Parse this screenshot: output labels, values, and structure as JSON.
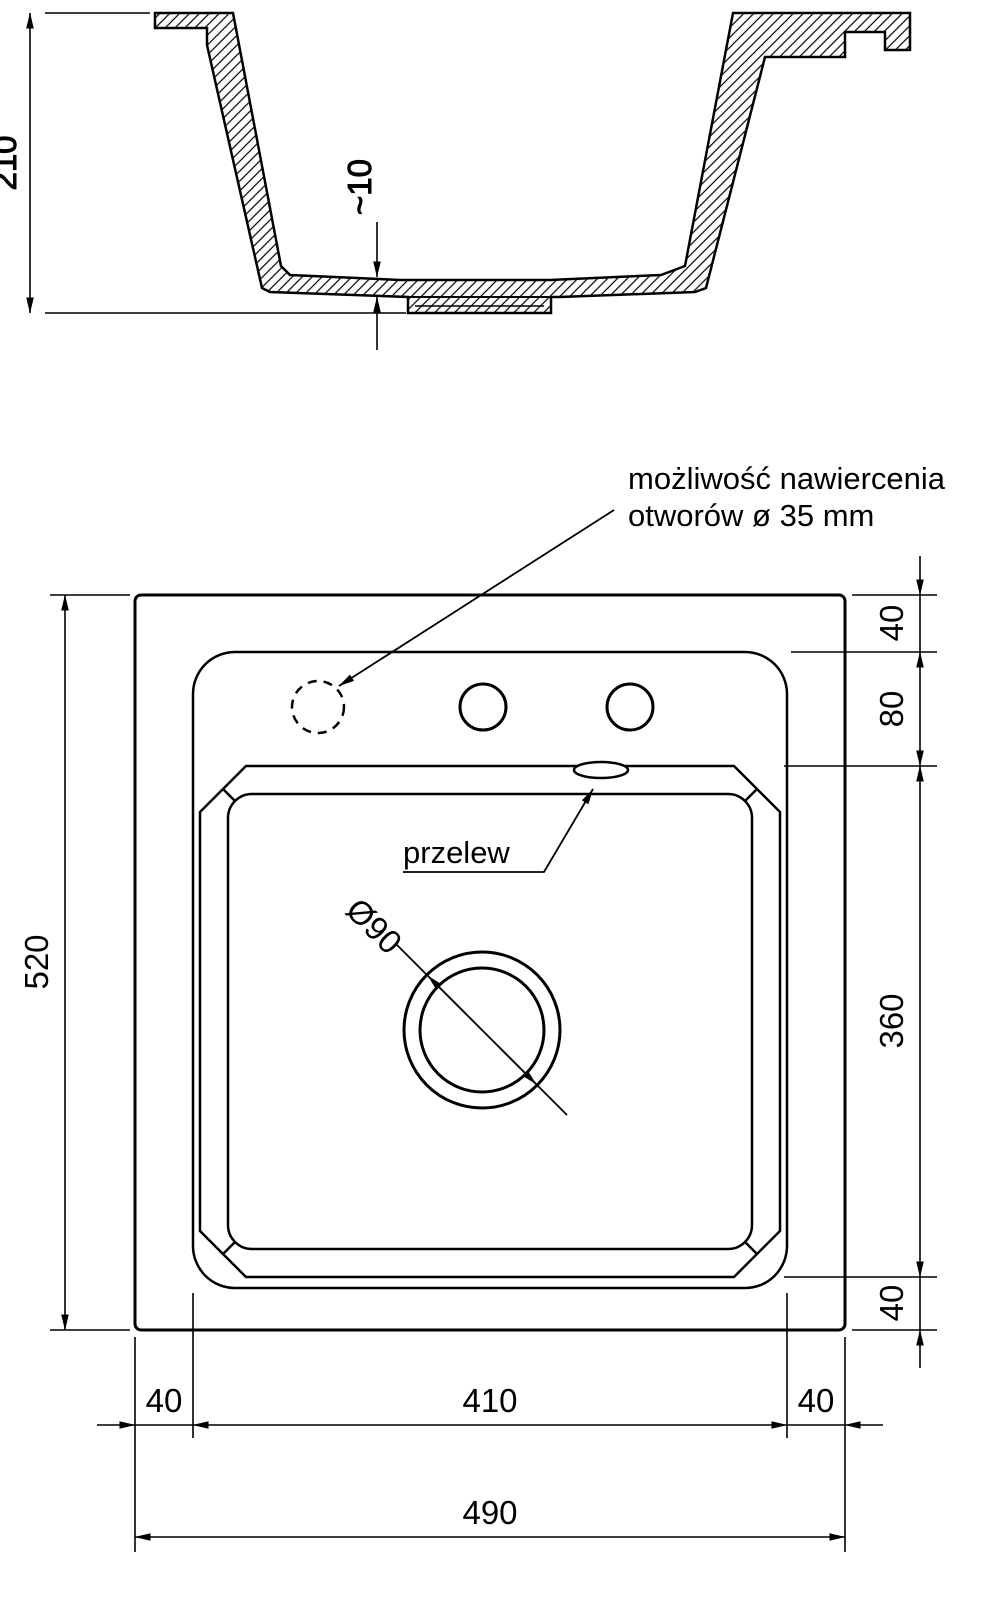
{
  "colors": {
    "background": "#ffffff",
    "line": "#000000"
  },
  "section_view": {
    "depth_dim": "210",
    "bottom_thickness_dim": "~10"
  },
  "plan_view": {
    "drill_note": {
      "line1": "możliwość nawiercenia",
      "line2": "otworów ø 35 mm"
    },
    "overflow_label": "przelew",
    "drain_dim": "Ø90",
    "dims": {
      "total_height": "520",
      "total_width": "490",
      "bottom_left": "40",
      "bottom_center": "410",
      "bottom_right": "40",
      "right_top": "40",
      "right_upper": "80",
      "right_middle": "360",
      "right_bottom": "40"
    }
  }
}
